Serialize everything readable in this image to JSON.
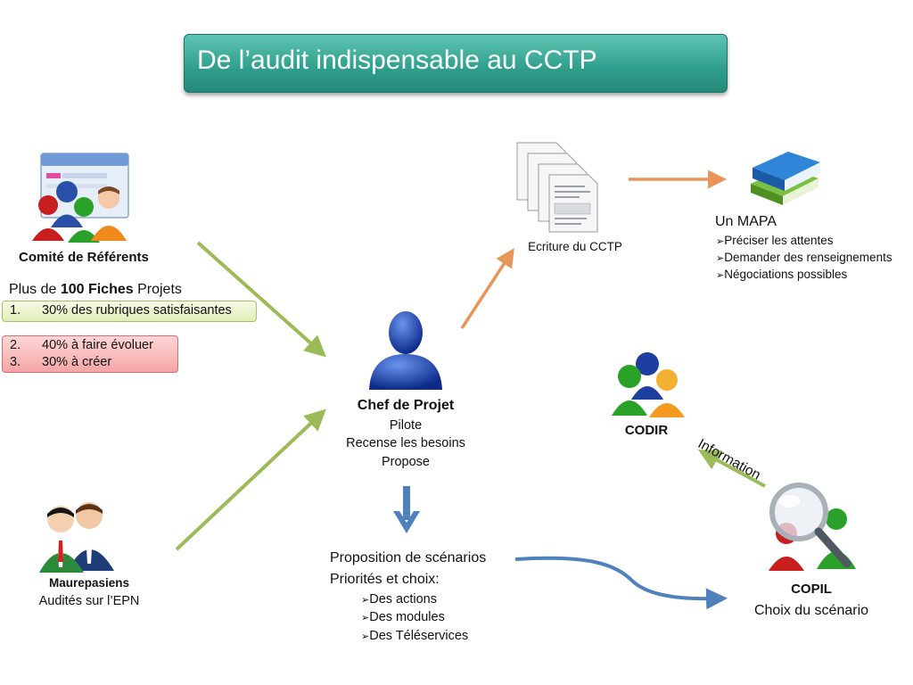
{
  "title": "De l’audit indispensable au CCTP",
  "comite": {
    "label": "Comité de Référents",
    "fiches_prefix": "Plus de ",
    "fiches_bold": "100 Fiches",
    "fiches_suffix": " Projets",
    "items": [
      {
        "num": "1.",
        "text": "30% des rubriques satisfaisantes"
      },
      {
        "num": "2.",
        "text": "40% à faire évoluer"
      },
      {
        "num": "3.",
        "text": "30% à créer"
      }
    ]
  },
  "maurepasiens": {
    "label": "Maurepasiens",
    "sub": "Audités sur l’EPN"
  },
  "chef": {
    "label": "Chef de Projet",
    "lines": [
      "Pilote",
      "Recense les besoins",
      "Propose"
    ]
  },
  "cctp": {
    "label": "Ecriture du CCTP"
  },
  "mapa": {
    "label": "Un MAPA",
    "items": [
      "Préciser les attentes",
      "Demander des renseignements",
      "Négociations possibles"
    ]
  },
  "codir": {
    "label": "CODIR"
  },
  "information": {
    "label": "Information"
  },
  "copil": {
    "label": "COPIL",
    "sub": "Choix du scénario"
  },
  "proposition": {
    "line1": "Proposition de scénarios",
    "line2": "Priorités et choix:",
    "items": [
      "Des actions",
      "Des modules",
      "Des Téléservices"
    ]
  },
  "colors": {
    "title_bg": "#2f9e8c",
    "arrow_green": "#9bbb59",
    "arrow_orange": "#e8955a",
    "arrow_blue": "#4f81bd"
  }
}
